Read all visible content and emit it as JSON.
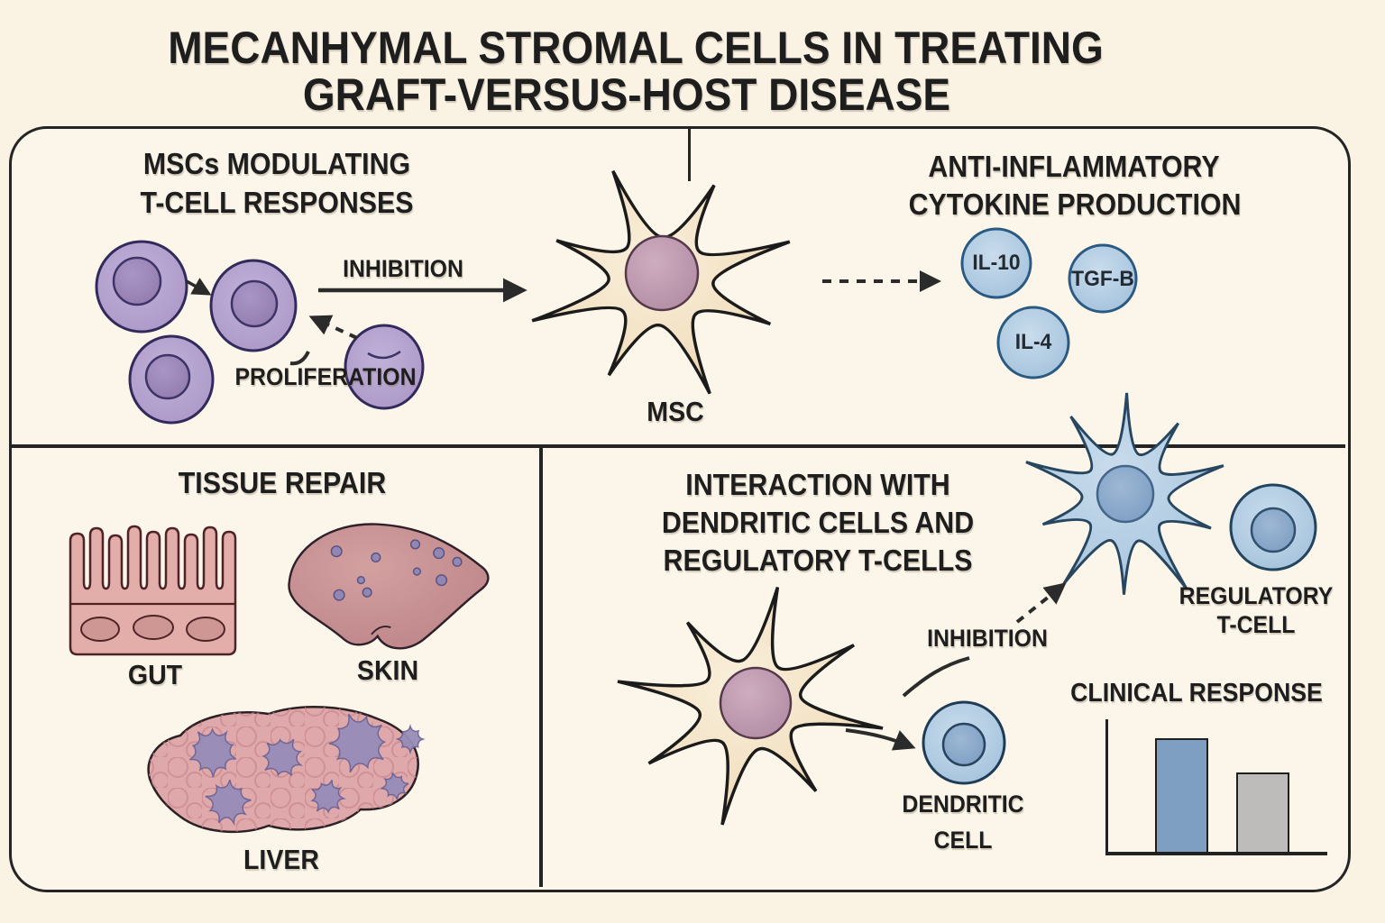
{
  "title": {
    "line1": "MECANHYMAL STROMAL CELLS IN TREATING",
    "line2": "GRAFT-VERSUS-HOST DISEASE"
  },
  "tcell_panel": {
    "heading1": "MSCs MODULATING",
    "heading2": "T-CELL RESPONSES",
    "inhibition": "INHIBITION",
    "proliferation": "PROLIFERATION"
  },
  "msc": {
    "label": "MSC"
  },
  "cytokine_panel": {
    "heading1": "ANTI-INFLAMMATORY",
    "heading2": "CYTOKINE PRODUCTION",
    "items": [
      "IL-10",
      "TGF-B",
      "IL-4"
    ]
  },
  "tissue_panel": {
    "heading": "TISSUE REPAIR",
    "gut": "GUT",
    "skin": "SKIN",
    "liver": "LIVER"
  },
  "interaction_panel": {
    "heading1": "INTERACTION WITH",
    "heading2": "DENDRITIC CELLS AND",
    "heading3": "REGULATORY T-CELLS",
    "inhibition": "INHIBITION",
    "dendritic1": "DENDRITIC",
    "dendritic2": "CELL",
    "regulatory1": "REGULATORY",
    "regulatory2": "T-CELL"
  },
  "chart_data": {
    "type": "bar",
    "title": "CLINICAL RESPONSE",
    "categories": [
      "",
      ""
    ],
    "values_relative": [
      0.85,
      0.6
    ],
    "bar_colors": [
      "#7e9fc2",
      "#bdbcba"
    ],
    "axis_numbers_shown": false,
    "legend": "none"
  },
  "colors": {
    "background": "#faf2e3",
    "panel_bg": "#fcf6ea",
    "line": "#242424",
    "purple_cell": "#b5a4ce",
    "beige_cell": "#f3e2c4",
    "blue_cell": "#aac7e0",
    "pink_tissue": "#e3adaa",
    "bar_blue": "#7e9fc2",
    "bar_gray": "#bdbcba"
  }
}
